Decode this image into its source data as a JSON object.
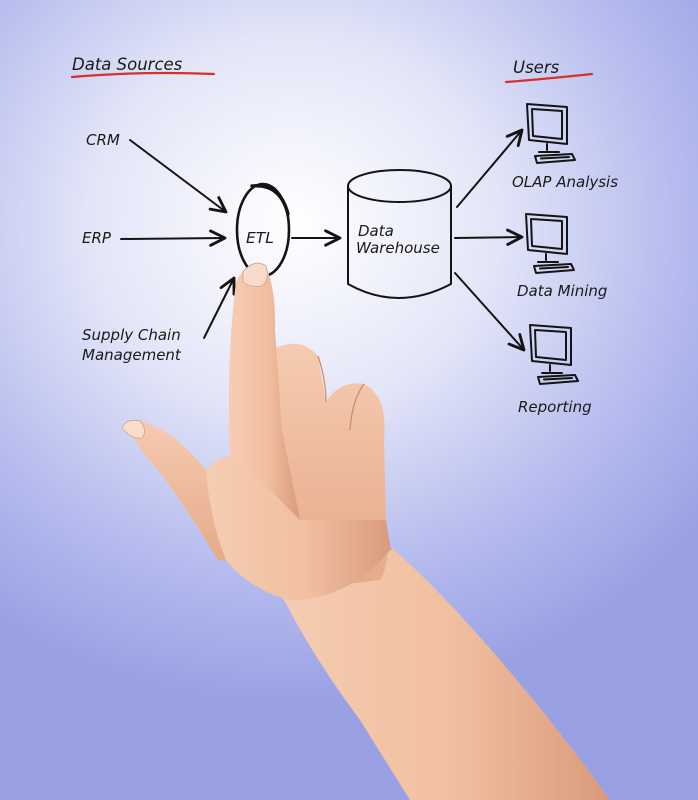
{
  "headings": {
    "sources": "Data Sources",
    "users": "Users"
  },
  "sources": [
    "CRM",
    "ERP",
    "Supply Chain",
    "Management"
  ],
  "etl": "ETL",
  "warehouse": [
    "Data",
    "Warehouse"
  ],
  "outputs": [
    "OLAP Analysis",
    "Data Mining",
    "Reporting"
  ],
  "colors": {
    "ink": "#141414",
    "underline": "#d4322b",
    "background": "#b7bdee",
    "skin": "#f2c1a4"
  }
}
